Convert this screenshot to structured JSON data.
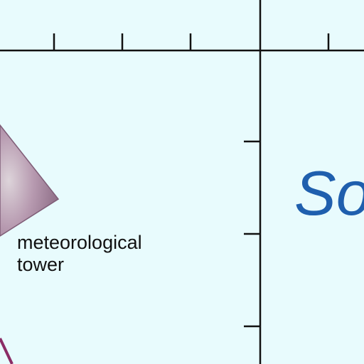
{
  "colors": {
    "background": "#e8fbfd",
    "axis_lines": "#111111",
    "accent_text": "#1f5fae",
    "tower_fill": "#a88aa0",
    "curve": "#8a2d66"
  },
  "labels": {
    "tower_line1": "meteorological",
    "tower_line2": "tower",
    "partial_word": "So"
  },
  "icons": {
    "tower": "meteorological-tower-shape"
  }
}
